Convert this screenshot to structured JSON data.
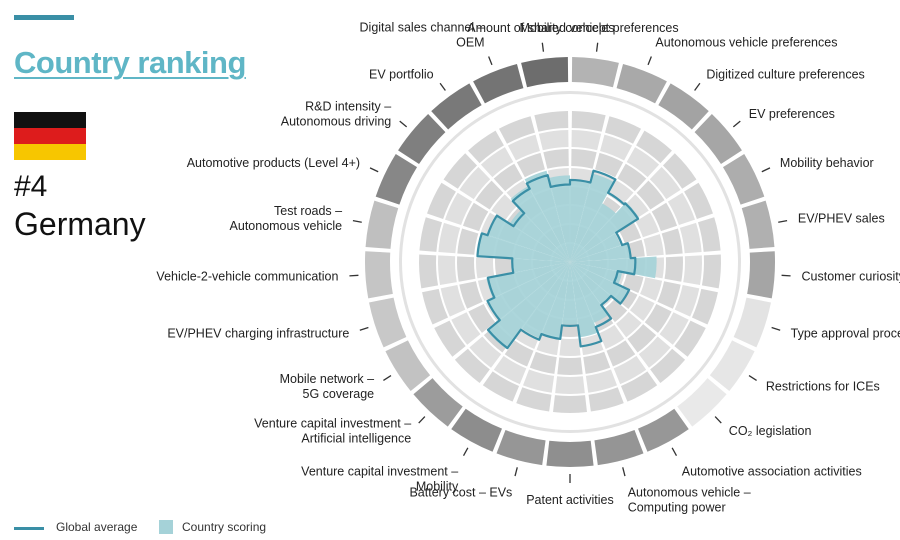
{
  "header": {
    "title": "Country ranking",
    "rank": "#4",
    "country": "Germany",
    "flag_colors": [
      "#111111",
      "#dd1c1c",
      "#f7c600"
    ]
  },
  "legend": {
    "line_label": "Global average",
    "fill_label": "Country scoring"
  },
  "colors": {
    "accent": "#3a8fa6",
    "title": "#5fb6c6",
    "country_fill": "#a5d2d8",
    "grid": "#d2d2d2",
    "ring_bg": "#cfcfcf"
  },
  "chart_data": {
    "type": "polar-bar",
    "r_max": 10,
    "grid_levels": 8,
    "categories": [
      "Mobility concept preferences",
      "Autonomous vehicle preferences",
      "Digitized culture preferences",
      "EV preferences",
      "Mobility behavior",
      "EV/PHEV sales",
      "Customer curiosity",
      "Type approval process",
      "Restrictions for ICEs",
      "CO₂ legislation",
      "Automotive association activities",
      "Autonomous vehicle – Computing power",
      "Patent activities",
      "Battery cost – EVs",
      "Venture capital investment – Mobility",
      "Venture capital investment – Artificial intelligence",
      "Mobile network – 5G coverage",
      "EV/PHEV charging infrastructure",
      "Vehicle-2-vehicle communication",
      "Test roads – Autonomous vehicle",
      "Automotive products (Level 4+)",
      "R&D intensity – Autonomous driving",
      "EV portfolio",
      "Digital sales channel – OEM",
      "Amount of shared vehicles"
    ],
    "country_scoring": [
      5.4,
      6.0,
      4.4,
      5.4,
      3.5,
      4.0,
      5.7,
      3.5,
      4.3,
      3.5,
      4.3,
      5.0,
      4.1,
      5.1,
      5.4,
      7.1,
      6.0,
      5.6,
      3.8,
      6.1,
      5.7,
      4.7,
      5.7,
      6.2,
      5.7
    ],
    "global_average": [
      5.4,
      6.2,
      5.2,
      5.3,
      3.6,
      4.0,
      4.3,
      3.2,
      4.3,
      3.5,
      4.6,
      5.6,
      4.2,
      5.1,
      5.5,
      7.0,
      6.0,
      5.5,
      3.8,
      6.1,
      5.7,
      4.4,
      5.5,
      5.9,
      5.1
    ],
    "ring_shades": [
      "#b3b3b3",
      "#a9a9a9",
      "#a3a3a3",
      "#a6a6a6",
      "#adadad",
      "#b0b0b0",
      "#a5a5a5",
      "#e3e3e3",
      "#e6e6e6",
      "#e9e9e9",
      "#979797",
      "#959595",
      "#8f8f8f",
      "#969696",
      "#8d8d8d",
      "#9c9c9c",
      "#c2c2c2",
      "#c8c8c8",
      "#c5c5c5",
      "#bfbfbf",
      "#878787",
      "#7f7f7f",
      "#797979",
      "#747474",
      "#6d6d6d"
    ]
  }
}
